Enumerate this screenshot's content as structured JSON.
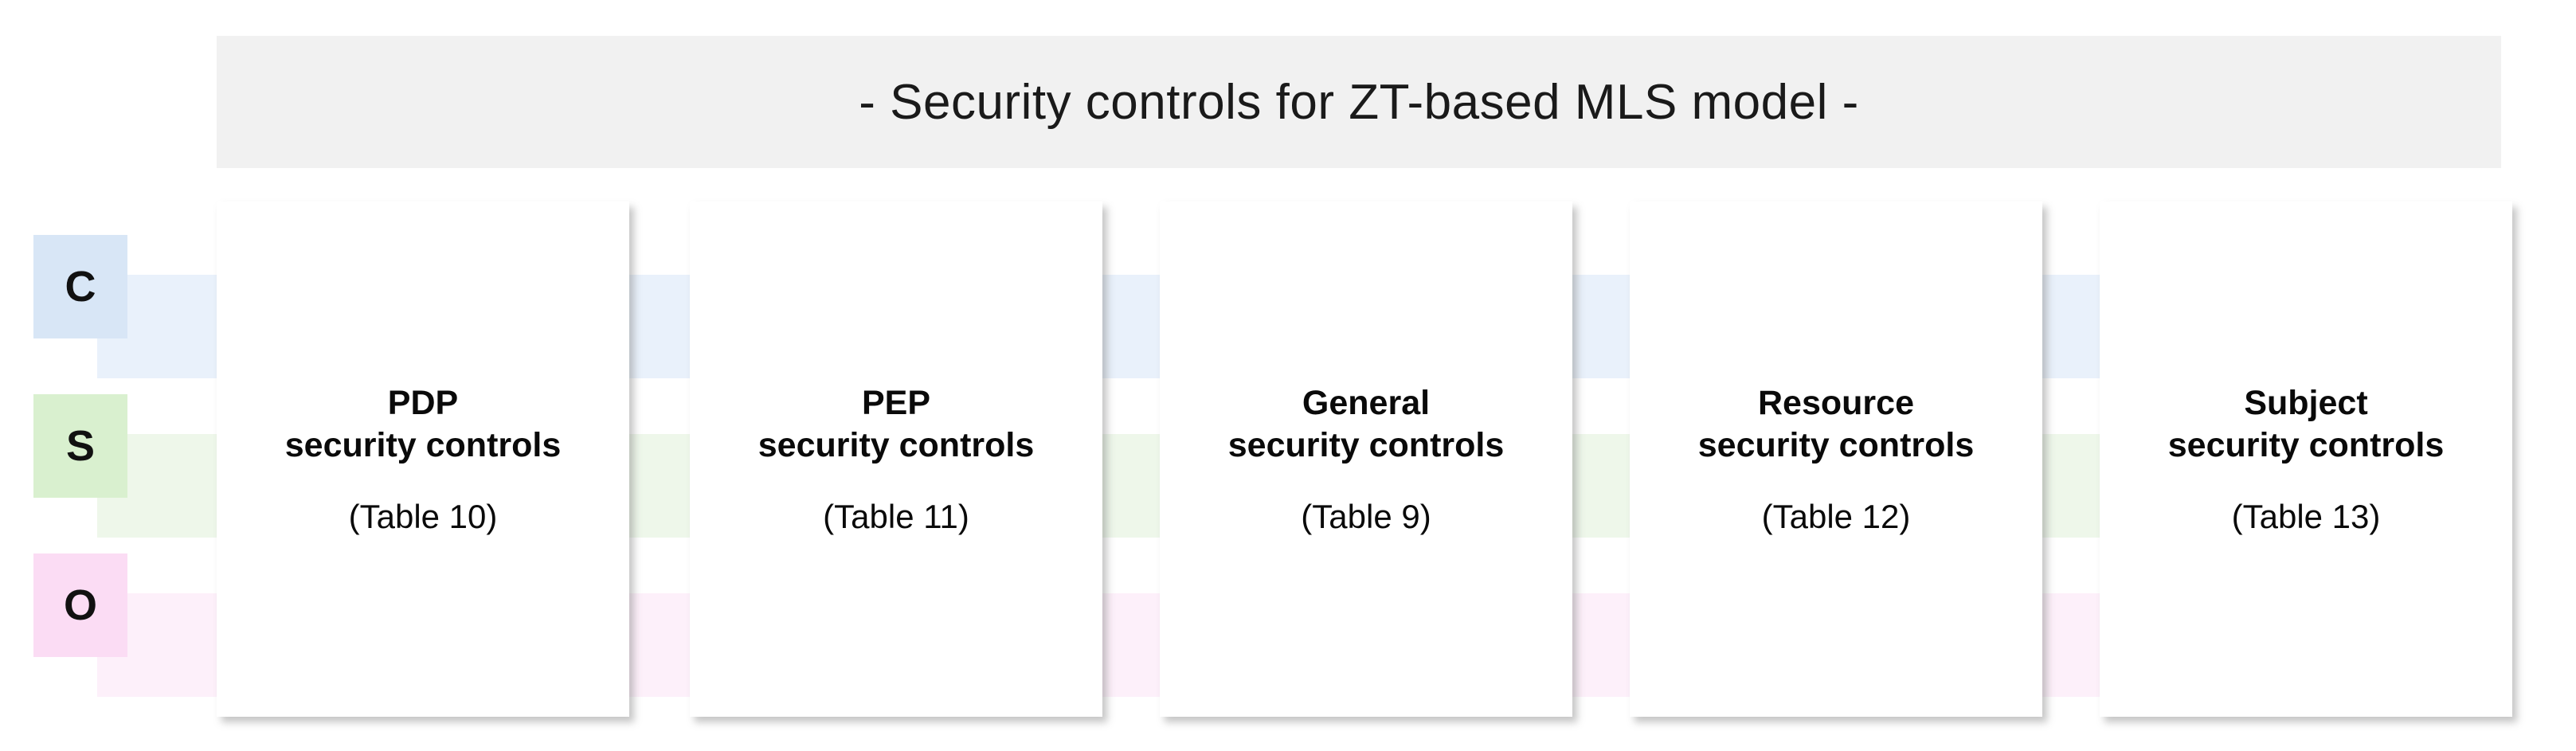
{
  "banner": {
    "title": "-  Security controls  for ZT-based MLS model  -"
  },
  "levels": [
    {
      "key": "c",
      "letter": "C",
      "chip_color": "#d8e6f6",
      "band_color": "#e9f1fb"
    },
    {
      "key": "s",
      "letter": "S",
      "chip_color": "#d9f0cf",
      "band_color": "#eef7ea"
    },
    {
      "key": "o",
      "letter": "O",
      "chip_color": "#fbdcf4",
      "band_color": "#fdf0fa"
    }
  ],
  "cards": [
    {
      "heading": "PDP\nsecurity controls",
      "reference": "(Table 10)"
    },
    {
      "heading": "PEP\nsecurity controls",
      "reference": "(Table 11)"
    },
    {
      "heading": "General\nsecurity controls",
      "reference": "(Table 9)"
    },
    {
      "heading": "Resource\nsecurity controls",
      "reference": "(Table 12)"
    },
    {
      "heading": "Subject\nsecurity controls",
      "reference": "(Table 13)"
    }
  ],
  "colors": {
    "banner_background": "#f1f1f1",
    "card_background": "#ffffff",
    "page_background": "#ffffff",
    "text": "#0a0a0a"
  }
}
